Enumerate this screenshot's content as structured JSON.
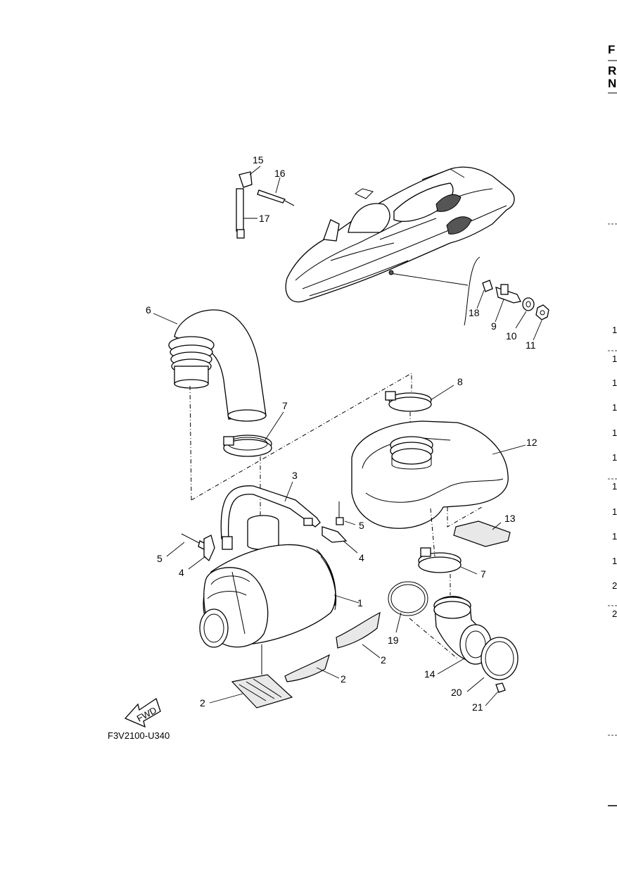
{
  "figure_code": "F3V2100-U340",
  "fwd_label": "FWD",
  "callouts": [
    "1",
    "2",
    "2",
    "2",
    "3",
    "4",
    "4",
    "5",
    "5",
    "6",
    "7",
    "7",
    "8",
    "9",
    "10",
    "11",
    "12",
    "13",
    "14",
    "15",
    "16",
    "17",
    "18",
    "19",
    "20",
    "21"
  ],
  "right_edge": {
    "letters": [
      "F",
      "R",
      "N"
    ],
    "numbers": [
      "1",
      "1",
      "1",
      "1",
      "1",
      "1",
      "1",
      "1",
      "1",
      "1",
      "2",
      "2"
    ]
  }
}
